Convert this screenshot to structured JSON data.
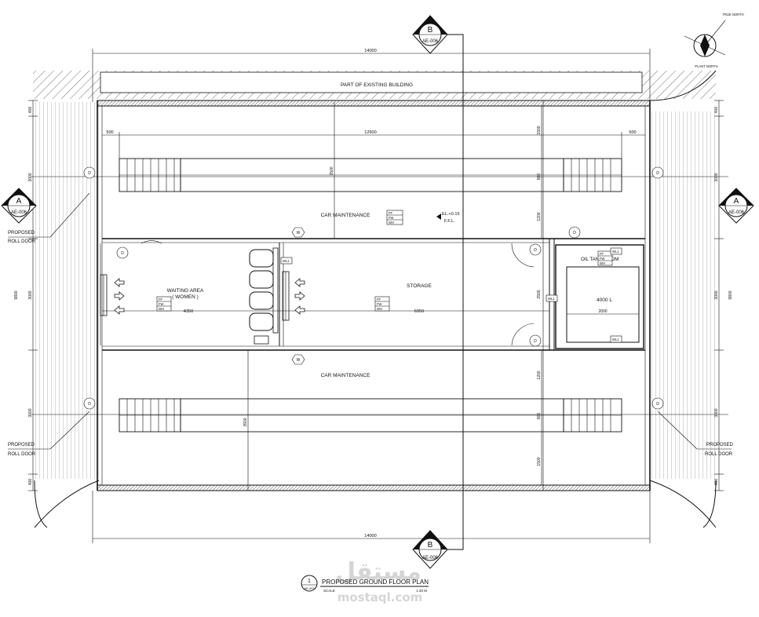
{
  "drawing": {
    "existing_building": "PART OF EXISTING BUILDING",
    "rooms": {
      "car_maintenance_top": "CAR MAINTENANCE",
      "car_maintenance_bottom": "CAR MAINTENANCE",
      "waiting_area_line1": "WAITING AREA",
      "waiting_area_line2": "( WOMEN )",
      "storage": "STORAGE",
      "oil_tank_room": "OIL TANK ROOM",
      "tank_capacity": "4000 L"
    },
    "level": {
      "line1": "EL.+0.15",
      "line2": "F.F.L."
    },
    "roll_door": {
      "line1": "PROPOSED",
      "line2": "ROLL DOOR"
    },
    "section_marks": {
      "a_letter": "A",
      "b_letter": "B",
      "sheet": "AE-006"
    },
    "finish_tags": {
      "ff": "FF",
      "fw": "FW",
      "wh": "WH"
    },
    "wall_tag": "WL1",
    "door_tag": "D",
    "window_tag": "W",
    "dimensions": {
      "overall_top": "14000",
      "overall_bottom": "14000",
      "inner_width": "12600",
      "end_left": "500",
      "end_right": "500",
      "overall_depth_left": "9800",
      "overall_depth_right": "9800",
      "bay_top_left": "3000",
      "bay_mid_left": "3000",
      "bay_bottom_left": "3000",
      "bay_top_right": "3000",
      "bay_mid_right": "3000",
      "bay_bottom_right": "3000",
      "edge_top_left": "400",
      "edge_bottom_left": "400",
      "edge_top_right": "400",
      "edge_bottom_right": "400",
      "pit_depth_top": "3500",
      "pit_depth_bottom": "3500",
      "waiting_width": "4350",
      "storage_width": "6950",
      "tank_width": "2000",
      "store_depth": "2500",
      "v1500_top": "1500",
      "v800_top": "800",
      "v1200_top": "1200",
      "v1200_bottom": "1200",
      "v800_bottom": "800",
      "v1500_bottom": "1500"
    },
    "north": {
      "true_north": "TRUE NORTH",
      "plant_north": "PLANT NORTH",
      "mark": "N"
    }
  },
  "title_block": {
    "number": "1",
    "title": "PROPOSED GROUND FLOOR PLAN",
    "ref": "AE-003",
    "scale_label": "SCALE",
    "scale_value": "1:40 M"
  },
  "watermark": {
    "arabic": "مستقل",
    "latin": "mostaql.com"
  }
}
